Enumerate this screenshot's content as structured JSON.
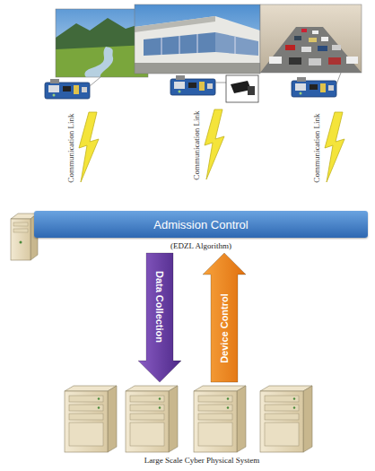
{
  "diagram": {
    "nodes": [
      {
        "text": [
          "Admission Control",
          "(EDZL Algorithm)"
        ]
      },
      {
        "text": [
          "Large Scale Cyber Physical System"
        ]
      }
    ],
    "edges": [
      {
        "from": 0,
        "to": 1,
        "arrow": "to",
        "label": "Data Collection"
      },
      {
        "from": 1,
        "to": 0,
        "arrow": "to",
        "label": "Device Control"
      }
    ],
    "labels": [
      "Communication Link",
      "Communication Link",
      "Communication Link"
    ]
  }
}
